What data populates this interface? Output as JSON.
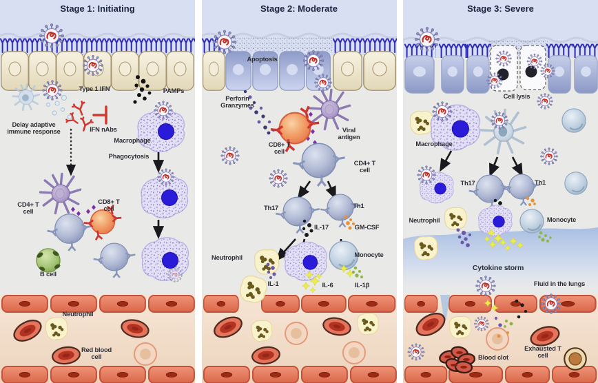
{
  "panels": [
    {
      "title": "Stage 1: Initiating",
      "labels": {
        "type1_ifn": "Type 1 IFN",
        "pamps": "PAMPs",
        "ifn_nabs": "IFN nAbs",
        "delay_adaptive": "Delay adaptive immune response",
        "macrophage": "Macrophage",
        "phagocytosis": "Phagocytosis",
        "cd4_t_cell": "CD4+ T cell",
        "cd8_t_cell": "CD8+ T cell",
        "b_cell": "B cell",
        "neutrophil": "Neutrophil",
        "red_blood_cell": "Red blood cell"
      }
    },
    {
      "title": "Stage 2: Moderate",
      "labels": {
        "apoptosis": "Apoptosis",
        "perforin_granzymes": "Perforin Granzymes",
        "cd8_t_cell": "CD8+ T cell",
        "viral_antigen": "Viral antigen",
        "cd4_t_cell": "CD4+ T cell",
        "th17": "Th17",
        "th1": "Th1",
        "il17": "IL-17",
        "gm_csf": "GM-CSF",
        "neutrophil": "Neutrophil",
        "il1": "IL-1",
        "il6": "IL-6",
        "il1b": "IL-1β",
        "monocyte": "Monocyte"
      }
    },
    {
      "title": "Stage 3: Severe",
      "labels": {
        "cell_lysis": "Cell lysis",
        "macrophage": "Macrophage",
        "th17": "Th17",
        "th1": "Th1",
        "neutrophil": "Neutrophil",
        "monocyte": "Monocyte",
        "cytokine_storm": "Cytokine storm",
        "fluid_lungs": "Fluid in the lungs",
        "blood_clot": "Blood clot",
        "exhausted_t_cell": "Exhausted T cell"
      }
    }
  ],
  "colors": {
    "header_band": "#d9dff2",
    "panel_bg": "#e9e9e7",
    "receptor_blue": "#2a2ab5",
    "virus_red": "#c13126",
    "antibody_red": "#cf3b33",
    "endothelium_salmon": "#e5745c",
    "macrophage_nucleus_blue": "#2a1bd8",
    "cd8_orange": "#e56f46",
    "b_cell_green": "#8cb25c",
    "neutrophil_yellow": "#f9f3cd",
    "il6_yellow": "#ecec4e",
    "il1_purple": "#6a58aa",
    "il17_black": "#1a1a1a",
    "gmcsf_orange": "#e8923c",
    "il1b_green": "#8fb548"
  }
}
